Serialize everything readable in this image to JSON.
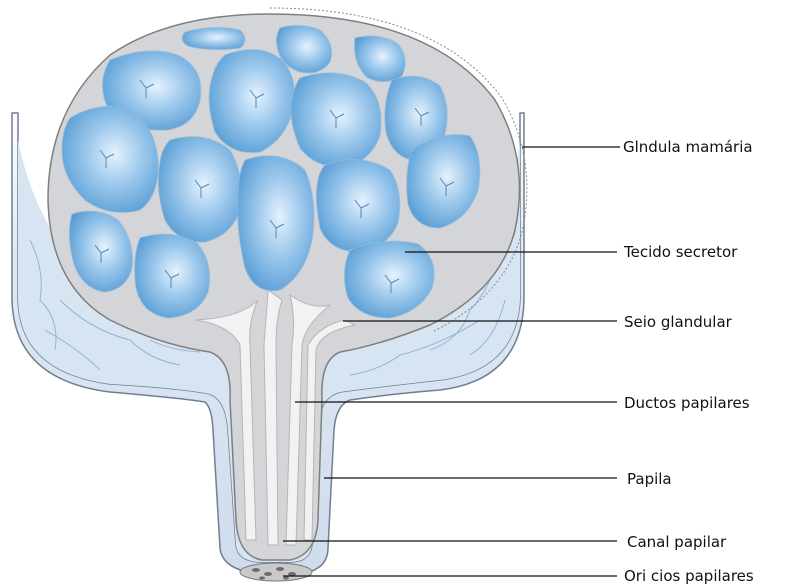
{
  "labels": {
    "glandula": "Glndula mamária",
    "tecido": "Tecido secretor",
    "seio": "Seio glandular",
    "ductos": "Ductos papilares",
    "papila": "Papila",
    "canal": "Canal papilar",
    "orificios": "Ori  cios papilares"
  },
  "colors": {
    "skin_fill": "#dde7f3",
    "skin_line": "#6f7f90",
    "gland_fill": "#d5d7da",
    "gland_line": "#8a8a8a",
    "alveoli": "#5ea6d9",
    "alveoli_light": "#bfdcf3",
    "ducts": "#f3f3f3",
    "leader_line": "#111111"
  }
}
